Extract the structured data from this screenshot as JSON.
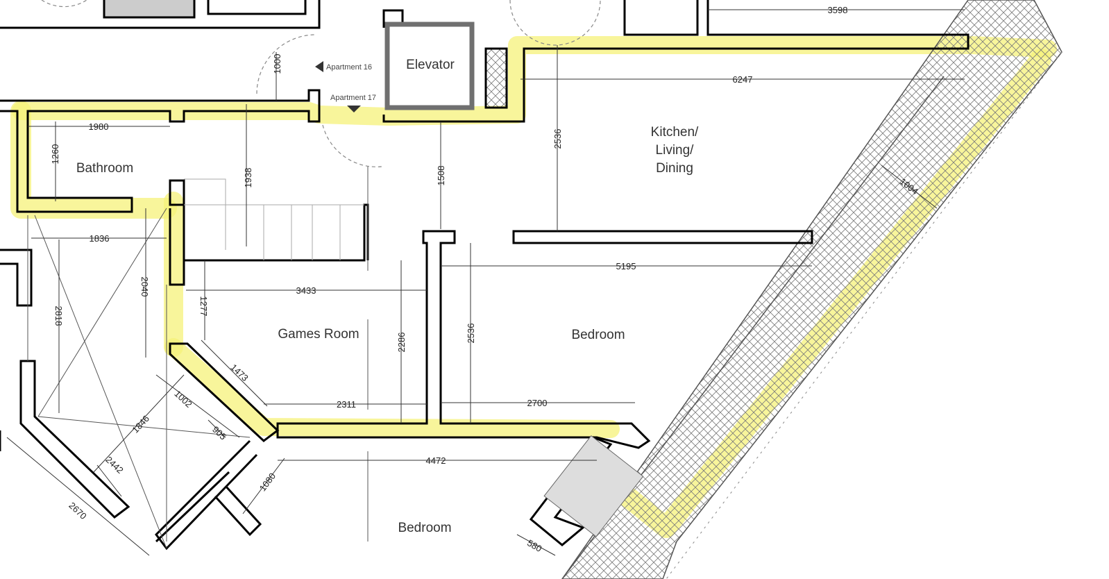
{
  "drawing": {
    "rooms": [
      {
        "name": "Bathroom"
      },
      {
        "name": "Games Room"
      },
      {
        "name": "Bedroom"
      },
      {
        "name": "Bedroom"
      },
      {
        "name": "Kitchen/"
      },
      {
        "name": "Living/"
      },
      {
        "name": "Dining"
      }
    ],
    "elevator": "Elevator",
    "apartments": [
      "Apartment 16",
      "Apartment 17"
    ],
    "dimensions": [
      "1980",
      "1260",
      "1938",
      "1836",
      "2040",
      "2818",
      "3433",
      "1277",
      "1473",
      "1002",
      "1846",
      "905",
      "2442",
      "2670",
      "1080",
      "2311",
      "2286",
      "2536",
      "2700",
      "4472",
      "580",
      "1508",
      "2536",
      "6247",
      "3598",
      "5195",
      "1004",
      "1000"
    ],
    "colors": {
      "wall": "#000000",
      "highlight": "#f6f27a",
      "hatch": "#7a7a7a",
      "dimension": "#333333",
      "elevator_wall": "#707070"
    }
  }
}
